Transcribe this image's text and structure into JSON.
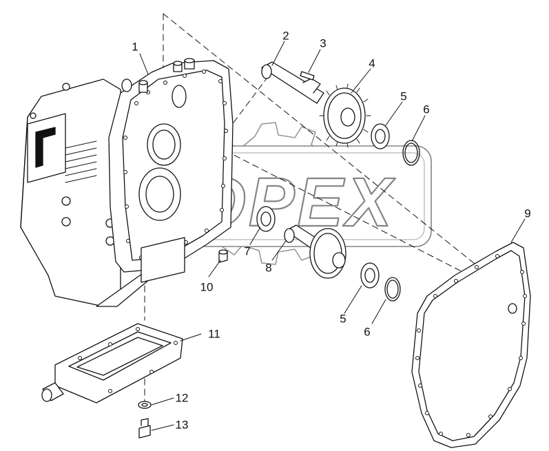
{
  "watermark": {
    "text": "OPEX"
  },
  "callouts": [
    {
      "id": "c1",
      "label": "1"
    },
    {
      "id": "c2",
      "label": "2"
    },
    {
      "id": "c3",
      "label": "3"
    },
    {
      "id": "c4",
      "label": "4"
    },
    {
      "id": "c5a",
      "label": "5"
    },
    {
      "id": "c6a",
      "label": "6"
    },
    {
      "id": "c7",
      "label": "7"
    },
    {
      "id": "c8",
      "label": "8"
    },
    {
      "id": "c9",
      "label": "9"
    },
    {
      "id": "c10",
      "label": "10"
    },
    {
      "id": "c5b",
      "label": "5"
    },
    {
      "id": "c6b",
      "label": "6"
    },
    {
      "id": "c11",
      "label": "11"
    },
    {
      "id": "c12",
      "label": "12"
    },
    {
      "id": "c13",
      "label": "13"
    }
  ],
  "colors": {
    "line": "#111111",
    "watermark": "#c8c8c8",
    "background": "#ffffff"
  }
}
